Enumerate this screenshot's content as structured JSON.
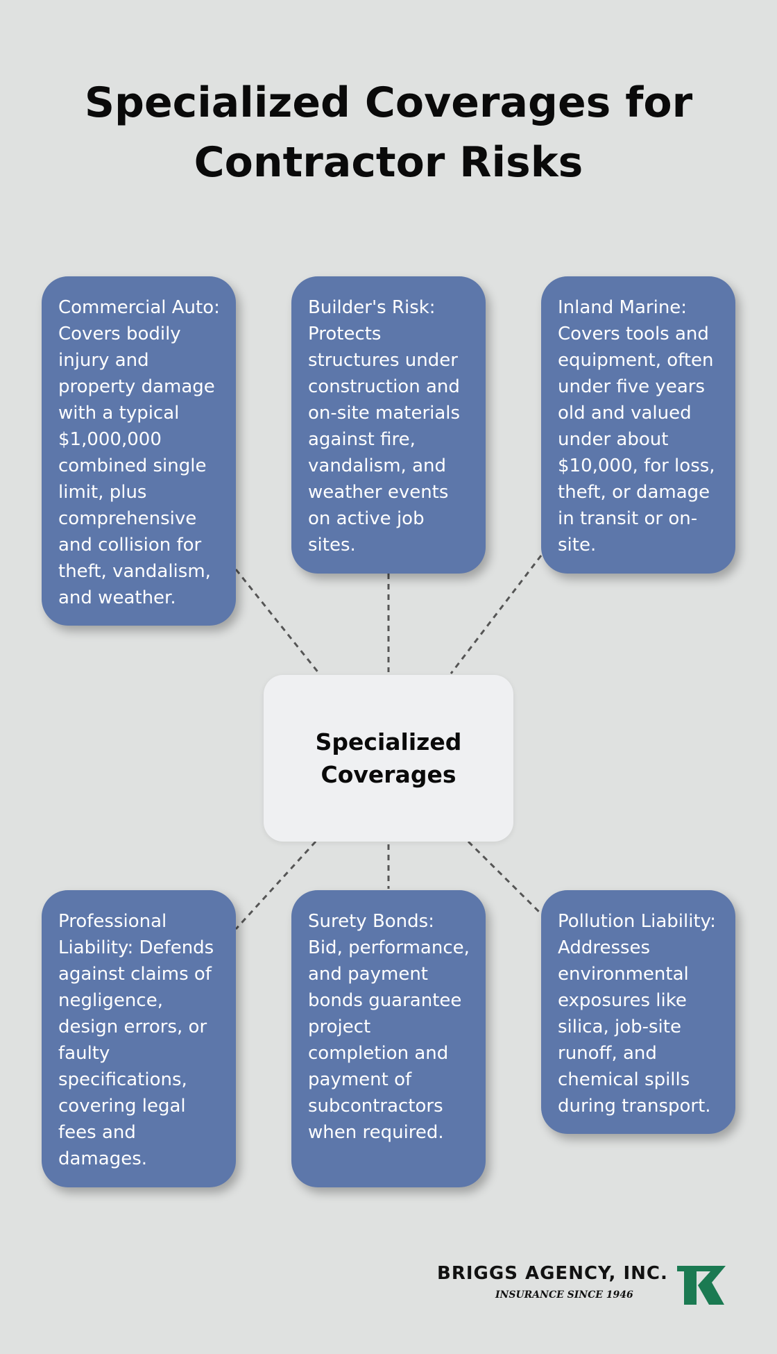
{
  "title": "Specialized Coverages for Contractor Risks",
  "center": {
    "label": "Specialized Coverages"
  },
  "cards": [
    {
      "id": "commercial-auto",
      "text": "Commercial Auto: Covers bodily injury and property damage with a typical $1,000,000 combined single limit, plus comprehensive and collision for theft, vandalism, and weather."
    },
    {
      "id": "builders-risk",
      "text": "Builder's Risk: Protects structures under construction and on-site materials against fire, vandalism, and weather events on active job sites."
    },
    {
      "id": "inland-marine",
      "text": "Inland Marine: Covers tools and equipment, often under five years old and valued under about $10,000, for loss, theft, or damage in transit or on-site."
    },
    {
      "id": "professional-liability",
      "text": "Professional Liability: Defends against claims of negligence, design errors, or faulty specifications, covering legal fees and damages."
    },
    {
      "id": "surety-bonds",
      "text": "Surety Bonds: Bid, performance, and payment bonds guarantee project completion and payment of subcontractors when required."
    },
    {
      "id": "pollution-liability",
      "text": "Pollution Liability: Addresses environmental exposures like silica, job-site runoff, and chemical spills during transport."
    }
  ],
  "logo": {
    "name": "BRIGGS AGENCY, INC.",
    "tagline": "INSURANCE SINCE 1946"
  },
  "colors": {
    "background": "#dfe1e0",
    "card": "#5d77aa",
    "center_box": "#eff0f2",
    "connector": "#555555",
    "logo_green": "#1b7a52"
  }
}
